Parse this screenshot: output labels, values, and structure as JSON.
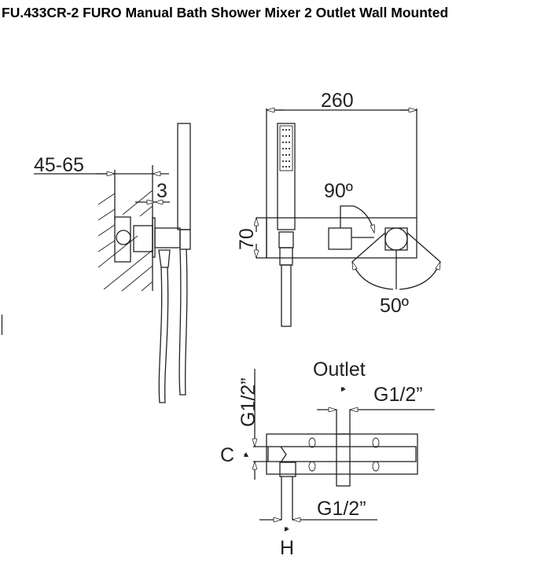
{
  "title": "FU.433CR-2 FURO Manual Bath Shower Mixer 2 Outlet Wall Mounted",
  "side_view": {
    "depth_label": "45-65",
    "plate_label": "3"
  },
  "front_view": {
    "width_label": "260",
    "height_label": "70",
    "rotation_label": "90º",
    "swing_label": "50º"
  },
  "bottom_view": {
    "outlet_label": "Outlet",
    "outlet_thread": "G1/2”",
    "cold_thread": "G1/2”",
    "cold_label": "C",
    "hot_thread": "G1/2”",
    "hot_label": "H"
  }
}
